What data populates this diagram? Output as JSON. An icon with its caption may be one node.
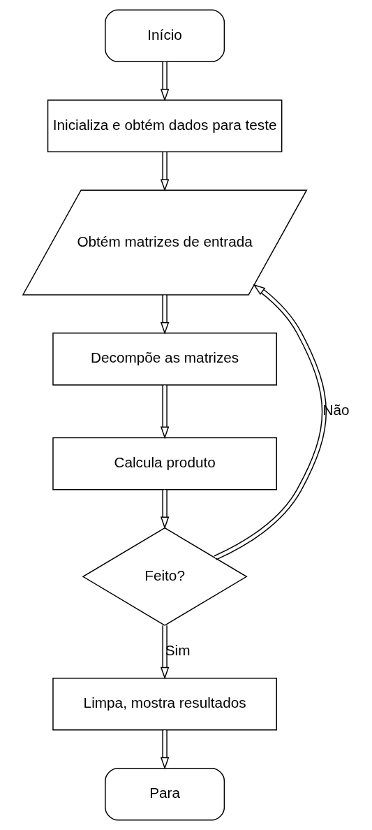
{
  "diagram": {
    "nodes": [
      {
        "text": [
          "Início"
        ]
      },
      {
        "text": [
          "Inicializa e obtém dados para teste"
        ]
      },
      {
        "text": [
          "Obtém matrizes de entrada"
        ]
      },
      {
        "text": [
          "Decompõe as matrizes"
        ]
      },
      {
        "text": [
          "Calcula produto"
        ]
      },
      {
        "text": [
          "Feito?"
        ]
      },
      {
        "text": [
          "Limpa, mostra resultados"
        ]
      },
      {
        "text": [
          "Para"
        ]
      }
    ],
    "edges": [
      {
        "from": 0,
        "to": 1,
        "arrow": "to"
      },
      {
        "from": 1,
        "to": 2,
        "arrow": "to"
      },
      {
        "from": 2,
        "to": 3,
        "arrow": "to"
      },
      {
        "from": 3,
        "to": 4,
        "arrow": "to"
      },
      {
        "from": 4,
        "to": 5,
        "arrow": "to"
      },
      {
        "from": 5,
        "to": 2,
        "arrow": "to",
        "label": "Não"
      },
      {
        "from": 5,
        "to": 6,
        "arrow": "to",
        "label": "Sim"
      },
      {
        "from": 6,
        "to": 7,
        "arrow": "to"
      }
    ]
  }
}
